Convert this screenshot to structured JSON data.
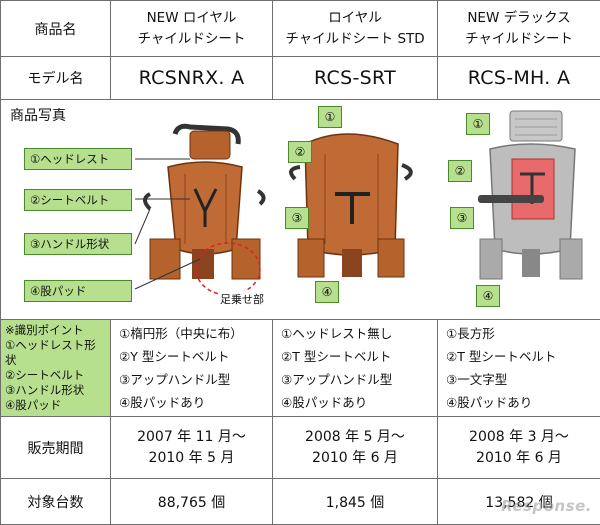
{
  "labels": {
    "name": "商品名",
    "model": "モデル名",
    "photo": "商品写真",
    "period": "販売期間",
    "count": "対象台数"
  },
  "products": [
    {
      "name_line1": "NEW ロイヤル",
      "name_line2": "チャイルドシート",
      "model": "RCSNRX. A",
      "points": [
        "①楕円形（中央に布）",
        "②Y 型シートベルト",
        "③アップハンドル型",
        "④股パッドあり"
      ],
      "period_line1": "2007 年 11 月～",
      "period_line2": "2010 年 5 月",
      "count": "88,765 個"
    },
    {
      "name_line1": "ロイヤル",
      "name_line2": "チャイルドシート STD",
      "model": "RCS-SRT",
      "points": [
        "①ヘッドレスト無し",
        "②T 型シートベルト",
        "③アップハンドル型",
        "④股パッドあり"
      ],
      "period_line1": "2008 年 5 月～",
      "period_line2": "2010 年 6 月",
      "count": "1,845 個"
    },
    {
      "name_line1": "NEW デラックス",
      "name_line2": "チャイルドシート",
      "model": "RCS-MH. A",
      "points": [
        "①長方形",
        "②T 型シートベルト",
        "③一文字型",
        "④股パッドあり"
      ],
      "period_line1": "2008 年 3 月～",
      "period_line2": "2010 年 6 月",
      "count": "13,582 個"
    }
  ],
  "callouts": [
    "①ヘッドレスト",
    "②シートベルト",
    "③ハンドル形状",
    "④股パッド"
  ],
  "footrest_label": "足乗せ部",
  "number_markers": [
    "①",
    "②",
    "③",
    "④"
  ],
  "id_points": {
    "title": "※識別ポイント",
    "items": [
      "①ヘッドレスト形状",
      "②シートベルト",
      "③ハンドル形状",
      "④股パッド"
    ]
  },
  "watermark": "Response.",
  "colors": {
    "green": "#b6df8e",
    "seat_brown": "#b5622d",
    "seat_gray": "#b8b8b8",
    "seat_red": "#e86a6a"
  }
}
